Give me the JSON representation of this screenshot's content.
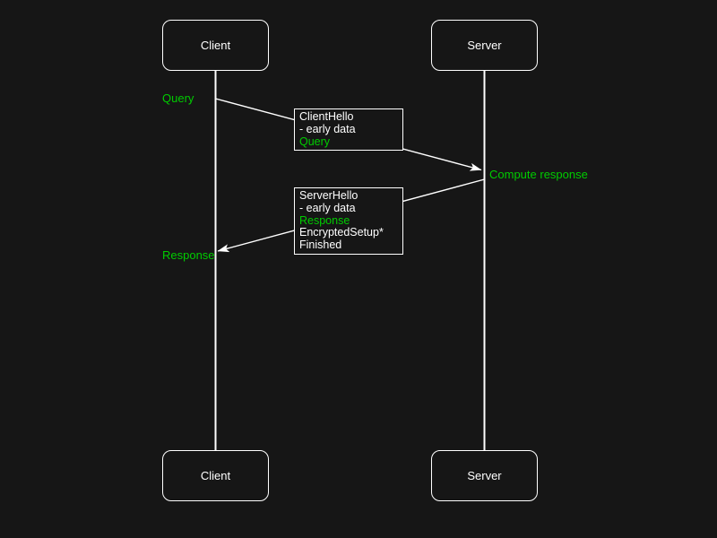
{
  "colors": {
    "background": "#161616",
    "stroke": "#ffffff",
    "accent_green": "#00cc00"
  },
  "actors": {
    "client": "Client",
    "server": "Server"
  },
  "annotations": {
    "query": "Query",
    "compute_response": "Compute response",
    "response": "Response"
  },
  "messages": {
    "client_hello": {
      "lines": [
        {
          "text": "ClientHello",
          "color": "white"
        },
        {
          "text": "- early data",
          "color": "white"
        },
        {
          "text": "Query",
          "color": "green"
        }
      ]
    },
    "server_hello": {
      "lines": [
        {
          "text": "ServerHello",
          "color": "white"
        },
        {
          "text": "- early data",
          "color": "white"
        },
        {
          "text": "Response",
          "color": "green"
        },
        {
          "text": "EncryptedSetup*",
          "color": "white"
        },
        {
          "text": "Finished",
          "color": "white"
        }
      ]
    }
  }
}
